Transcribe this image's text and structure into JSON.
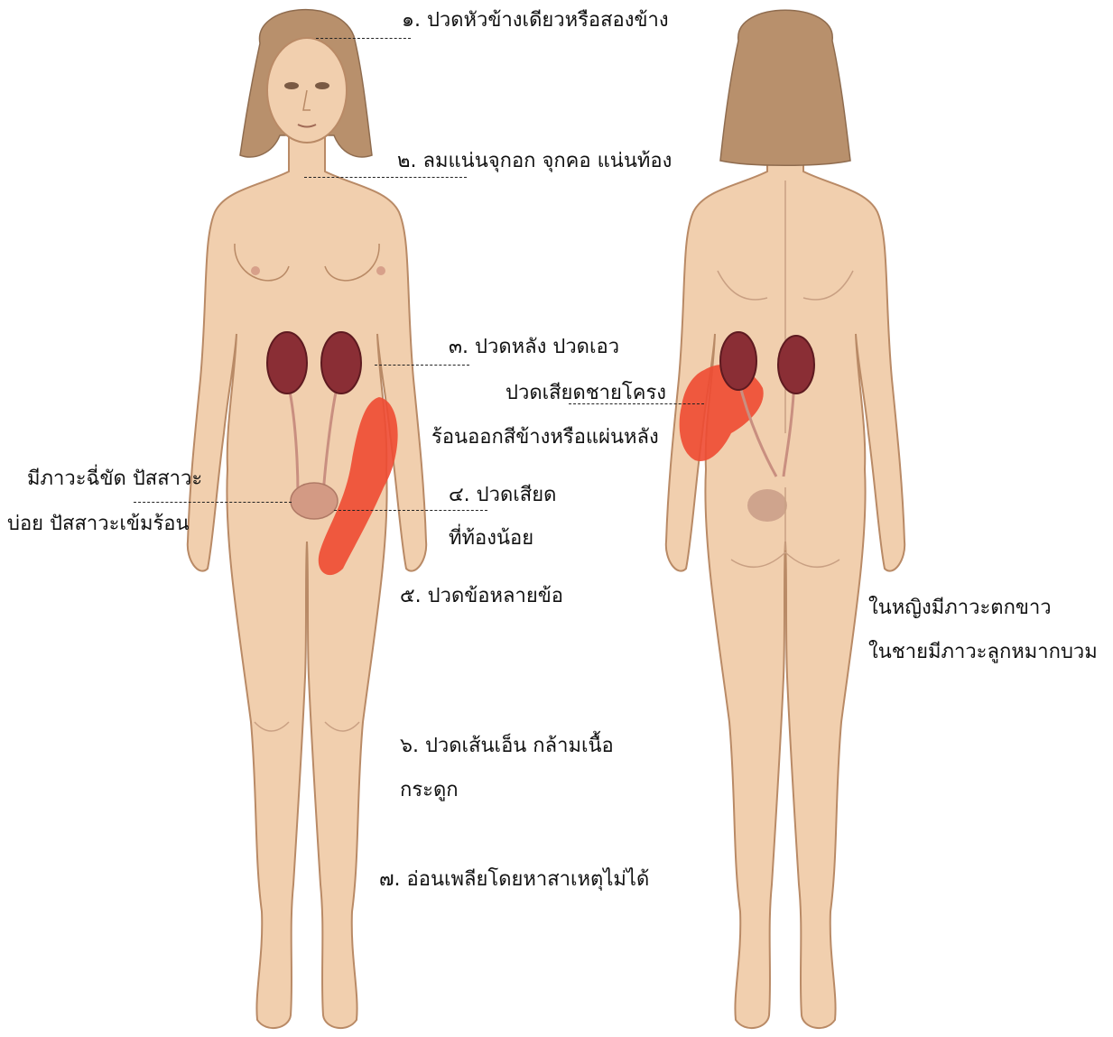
{
  "labels": {
    "l1": "๑. ปวดหัวข้างเดียวหรือสองข้าง",
    "l2": "๒. ลมแน่นจุกอก จุกคอ แน่นท้อง",
    "l3a": "๓. ปวดหลัง ปวดเอว",
    "l3b": "ปวดเสียดชายโครง",
    "l3c": "ร้อนออกสีข้างหรือแผ่นหลัง",
    "urinary_a": "มีภาวะฉี่ขัด ปัสสาวะ",
    "urinary_b": "บ่อย ปัสสาวะเข้มร้อน",
    "l4a": "๔. ปวดเสียด",
    "l4b": "ที่ท้องน้อย",
    "l5": "๕. ปวดข้อหลายข้อ",
    "l6a": "๖. ปวดเส้นเอ็น กล้ามเนื้อ",
    "l6b": "กระดูก",
    "l7": "๗. อ่อนเพลียโดยหาสาเหตุไม่ได้",
    "discharge": "ในหญิงมีภาวะตกขาว",
    "prostate": "ในชายมีภาวะลูกหมากบวม"
  },
  "colors": {
    "skin": "#f1cfae",
    "skin_outline": "#b98a66",
    "hair": "#b8906c",
    "kidney": "#8a2e35",
    "pain": "#ee4a32",
    "bladder": "#d39a84"
  }
}
